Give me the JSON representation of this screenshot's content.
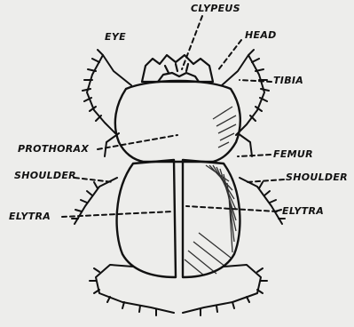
{
  "diagram": {
    "labels": {
      "eye": "EYE",
      "clypeus": "CLYPEUS",
      "head": "HEAD",
      "tibia": "TIBIA",
      "prothorax": "PROTHORAX",
      "femur": "FEMUR",
      "shoulder_left": "SHOULDER",
      "shoulder_right": "SHOULDER",
      "elytra_left": "ELYTRA",
      "elytra_right": "ELYTRA"
    },
    "colors": {
      "background": "#ededeb",
      "ink": "#111111"
    }
  }
}
